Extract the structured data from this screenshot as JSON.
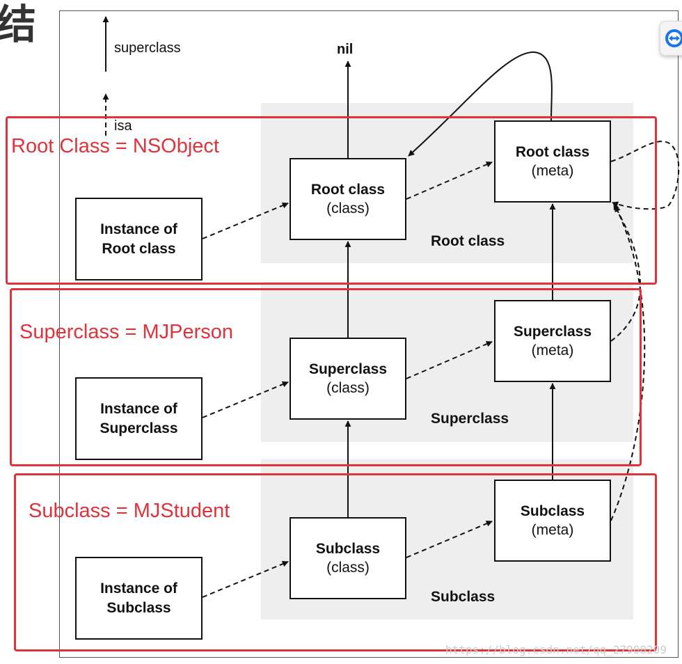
{
  "heading": {
    "char": "结"
  },
  "legend": {
    "superclass": "superclass",
    "isa": "isa"
  },
  "top_label": "nil",
  "rows": [
    {
      "id": "root",
      "band_label": "Root class",
      "instance": {
        "line1": "Instance of",
        "line2": "Root class"
      },
      "class_box": {
        "line1": "Root class",
        "line2": "(class)"
      },
      "meta_box": {
        "line1": "Root class",
        "line2": "(meta)"
      },
      "annotation": "Root Class = NSObject"
    },
    {
      "id": "super",
      "band_label": "Superclass",
      "instance": {
        "line1": "Instance of",
        "line2": "Superclass"
      },
      "class_box": {
        "line1": "Superclass",
        "line2": "(class)"
      },
      "meta_box": {
        "line1": "Superclass",
        "line2": "(meta)"
      },
      "annotation": "Superclass = MJPerson"
    },
    {
      "id": "sub",
      "band_label": "Subclass",
      "instance": {
        "line1": "Instance of",
        "line2": "Subclass"
      },
      "class_box": {
        "line1": "Subclass",
        "line2": "(class)"
      },
      "meta_box": {
        "line1": "Subclass",
        "line2": "(meta)"
      },
      "annotation": "Subclass = MJStudent"
    }
  ],
  "watermark": "https://blog.csdn.net/qq_27908209",
  "side_icon": "teamviewer-icon",
  "colors": {
    "annotation": "#e0323a",
    "band": "#eeeeee",
    "line": "#111111"
  }
}
